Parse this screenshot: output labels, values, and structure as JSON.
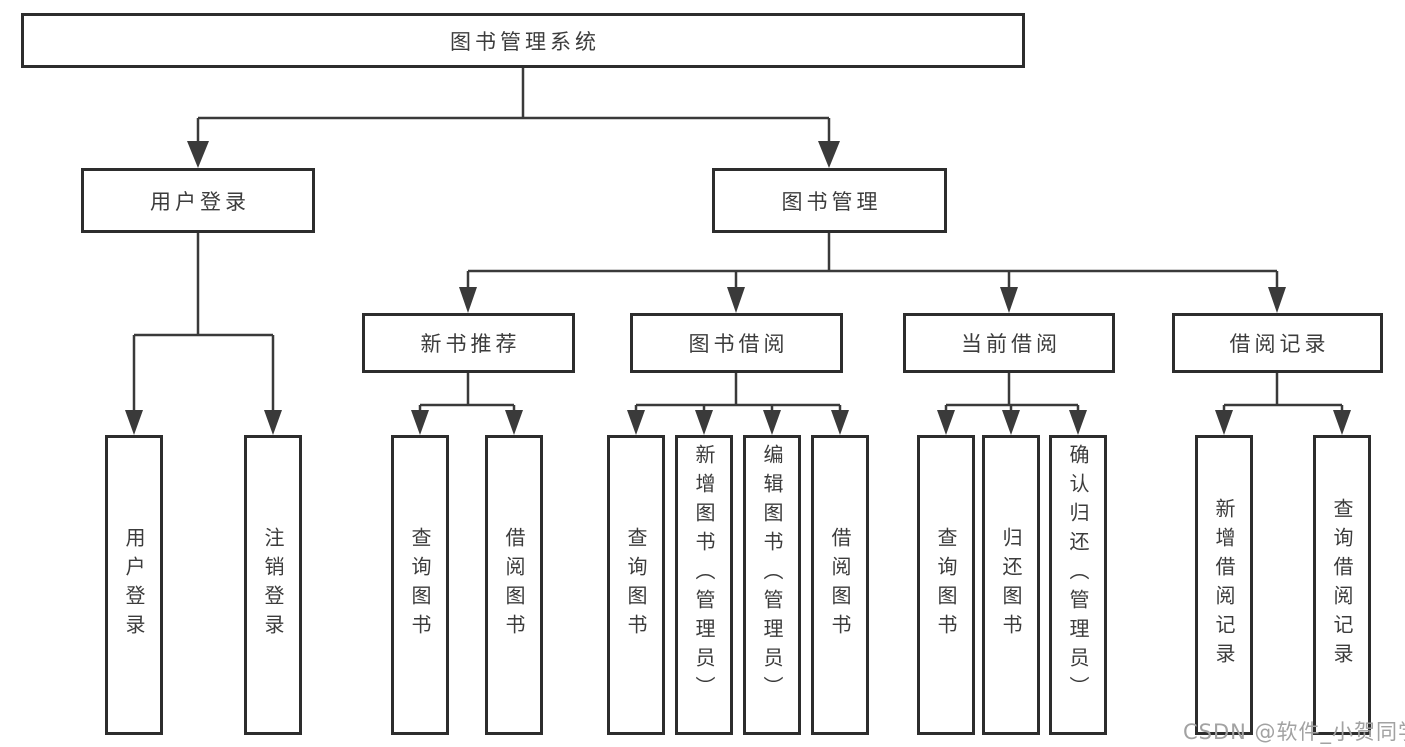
{
  "diagram": {
    "root": {
      "label": "图书管理系统"
    },
    "level1": [
      {
        "label": "用户登录",
        "children": [
          {
            "label": "用户登录"
          },
          {
            "label": "注销登录"
          }
        ]
      },
      {
        "label": "图书管理",
        "children": [
          {
            "label": "新书推荐",
            "children": [
              {
                "label": "查询图书"
              },
              {
                "label": "借阅图书"
              }
            ]
          },
          {
            "label": "图书借阅",
            "children": [
              {
                "label": "查询图书"
              },
              {
                "label": "新增图书（管理员）"
              },
              {
                "label": "编辑图书（管理员）"
              },
              {
                "label": "借阅图书"
              }
            ]
          },
          {
            "label": "当前借阅",
            "children": [
              {
                "label": "查询图书"
              },
              {
                "label": "归还图书"
              },
              {
                "label": "确认归还（管理员）"
              }
            ]
          },
          {
            "label": "借阅记录",
            "children": [
              {
                "label": "新增借阅记录"
              },
              {
                "label": "查询借阅记录"
              }
            ]
          }
        ]
      }
    ]
  },
  "watermark": {
    "text": "CSDN @软件_小贺同学"
  },
  "colors": {
    "border": "#2d2d2d",
    "line": "#3a3a3a",
    "text": "#3c3c3c",
    "watermark": "#a2a2a2",
    "background": "#ffffff"
  }
}
